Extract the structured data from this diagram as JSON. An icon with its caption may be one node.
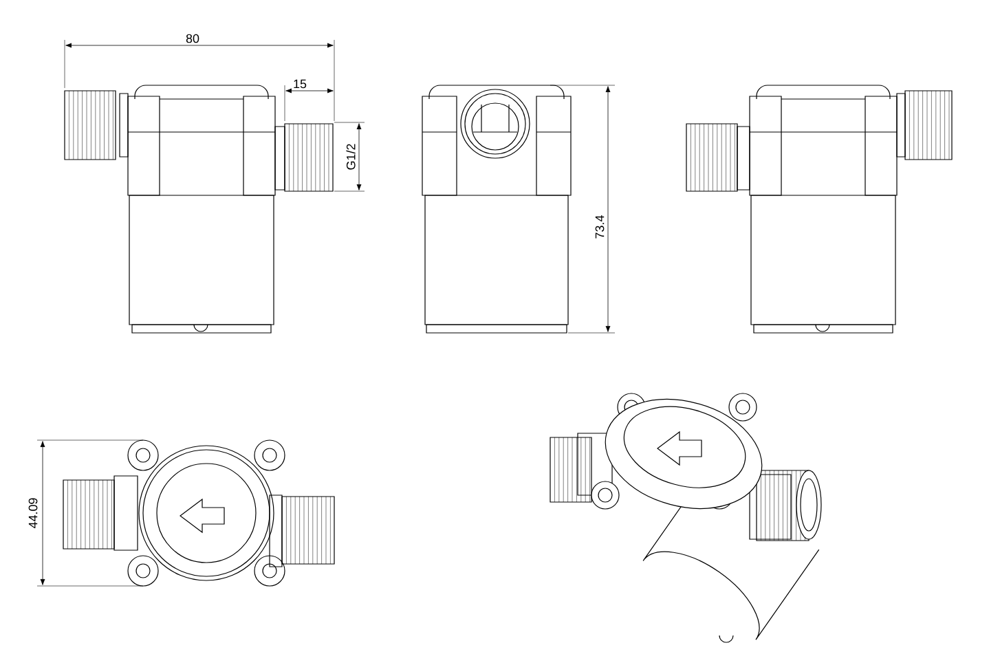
{
  "diagram": {
    "labels": [
      "80",
      "15",
      "G1/2",
      "73.4",
      "44.09"
    ]
  }
}
